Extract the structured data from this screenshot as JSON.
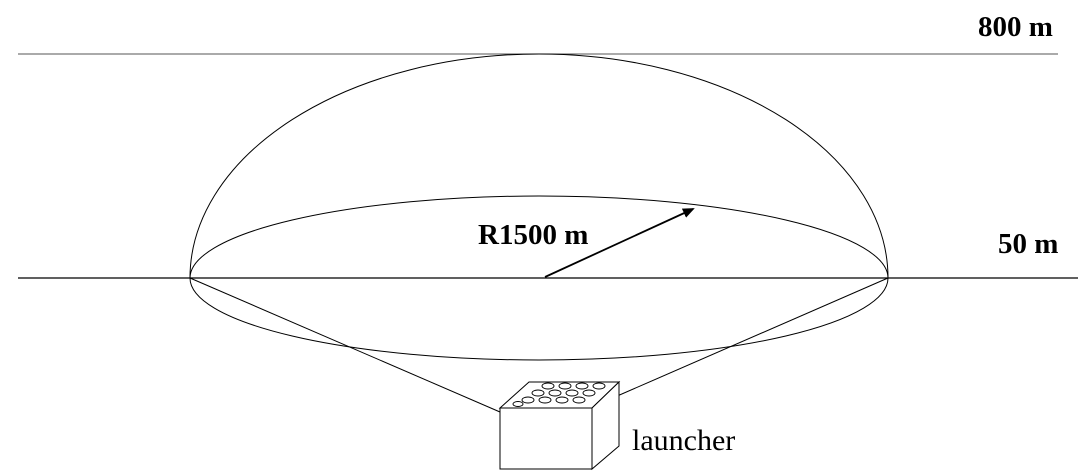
{
  "labels": {
    "top_altitude": "800 m",
    "base_altitude": "50 m",
    "radius": "R1500 m",
    "device": "launcher"
  }
}
